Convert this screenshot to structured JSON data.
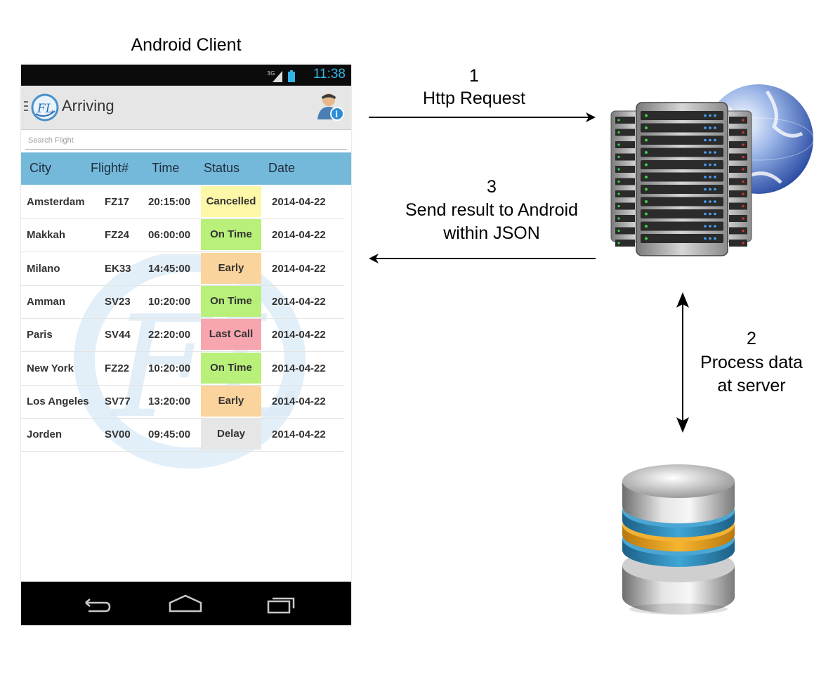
{
  "android_client_label": "Android Client",
  "phone": {
    "status_time": "11:38",
    "app_title": "Arriving",
    "search_placeholder": "Search Flight",
    "columns": [
      "City",
      "Flight#",
      "Time",
      "Status",
      "Date"
    ],
    "rows": [
      {
        "city": "Amsterdam",
        "flight": "FZ17",
        "time": "20:15:00",
        "status": "Cancelled",
        "date": "2014-04-22",
        "status_color": "#fdf7a8"
      },
      {
        "city": "Makkah",
        "flight": "FZ24",
        "time": "06:00:00",
        "status": "On Time",
        "date": "2014-04-22",
        "status_color": "#b8f07a"
      },
      {
        "city": "Milano",
        "flight": "EK33",
        "time": "14:45:00",
        "status": "Early",
        "date": "2014-04-22",
        "status_color": "#fbd39c"
      },
      {
        "city": "Amman",
        "flight": "SV23",
        "time": "10:20:00",
        "status": "On Time",
        "date": "2014-04-22",
        "status_color": "#b8f07a"
      },
      {
        "city": "Paris",
        "flight": "SV44",
        "time": "22:20:00",
        "status": "Last Call",
        "date": "2014-04-22",
        "status_color": "#f7a6b0"
      },
      {
        "city": "New York",
        "flight": "FZ22",
        "time": "10:20:00",
        "status": "On Time",
        "date": "2014-04-22",
        "status_color": "#b8f07a"
      },
      {
        "city": "Los Angeles",
        "flight": "SV77",
        "time": "13:20:00",
        "status": "Early",
        "date": "2014-04-22",
        "status_color": "#fbd39c"
      },
      {
        "city": "Jorden",
        "flight": "SV00",
        "time": "09:45:00",
        "status": "Delay",
        "date": "2014-04-22",
        "status_color": "#e6e6e6"
      }
    ]
  },
  "steps": {
    "step1_number": "1",
    "step1_text": "Http Request",
    "step3_number": "3",
    "step3_line1": "Send result to Android",
    "step3_line2": "within JSON",
    "step2_number": "2",
    "step2_line1": "Process data",
    "step2_line2": "at server"
  },
  "icons": {
    "server": "server-rack-icon",
    "globe": "globe-icon",
    "database": "database-icon"
  },
  "colors": {
    "header_blue": "#74b9d9",
    "status_time_blue": "#33b5e5"
  }
}
